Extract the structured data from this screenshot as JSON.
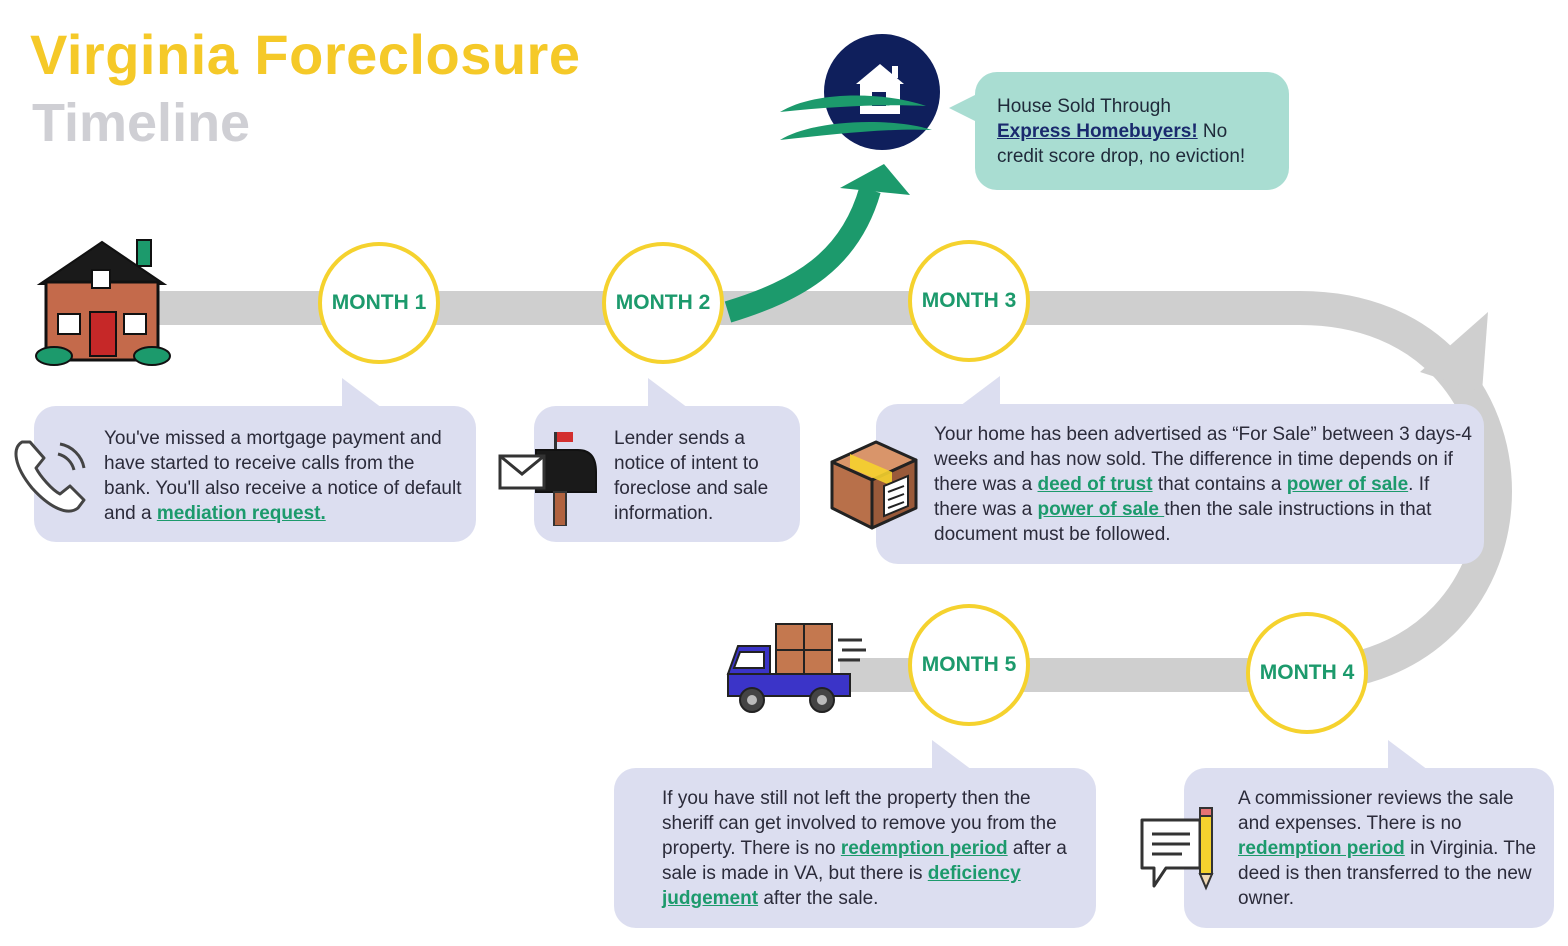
{
  "title": {
    "main": "Virginia Foreclosure",
    "sub": "Timeline"
  },
  "colors": {
    "accent_yellow": "#f5c928",
    "month_green": "#1c9a6c",
    "path_gray": "#cfcfcf",
    "bubble_lavender": "#dcdef0",
    "sold_bubble_teal": "#a9ddd2",
    "logo_navy": "#0f1f5c"
  },
  "months": {
    "m1": "MONTH 1",
    "m2": "MONTH 2",
    "m3": "MONTH 3",
    "m4": "MONTH 4",
    "m5": "MONTH 5"
  },
  "sold_callout": {
    "line1": "House Sold Through",
    "link": "Express Homebuyers!",
    "after_link": " No",
    "line3": "credit score drop, no eviction!"
  },
  "step1": {
    "text_a": "You've missed a mortgage payment and have started to receive calls from the bank. You'll also receive a notice of default and a ",
    "link": "mediation request."
  },
  "step2": {
    "text": "Lender sends a notice of intent to foreclose and sale information."
  },
  "step3": {
    "text_a": "Your home has been advertised as “For Sale” between 3 days-4 weeks and has now sold. The difference in time depends on if there was a ",
    "link1": "deed of trust",
    "text_b": " that contains a ",
    "link2": "power of sale",
    "text_c": ". If there was a ",
    "link3": "power of sale ",
    "text_d": "then the sale instructions in that document must be followed."
  },
  "step4": {
    "text_a": "A commissioner reviews the sale and expenses. There is no ",
    "link": "redemption period",
    "text_b": " in Virginia. The deed is then transferred to the new owner."
  },
  "step5": {
    "text_a": "If you have still not left the property then the sheriff can get involved to remove you from the property. There is no ",
    "link1": "redemption period",
    "text_b": " after a sale is made in VA, but there is ",
    "link2": "deficiency judgement",
    "text_c": " after the sale."
  },
  "icons": {
    "house": "house-icon",
    "logo": "express-homebuyers-logo",
    "phone": "phone-ringing-icon",
    "mailbox": "mailbox-icon",
    "box": "package-box-icon",
    "truck": "moving-truck-icon",
    "note": "message-pencil-icon"
  }
}
